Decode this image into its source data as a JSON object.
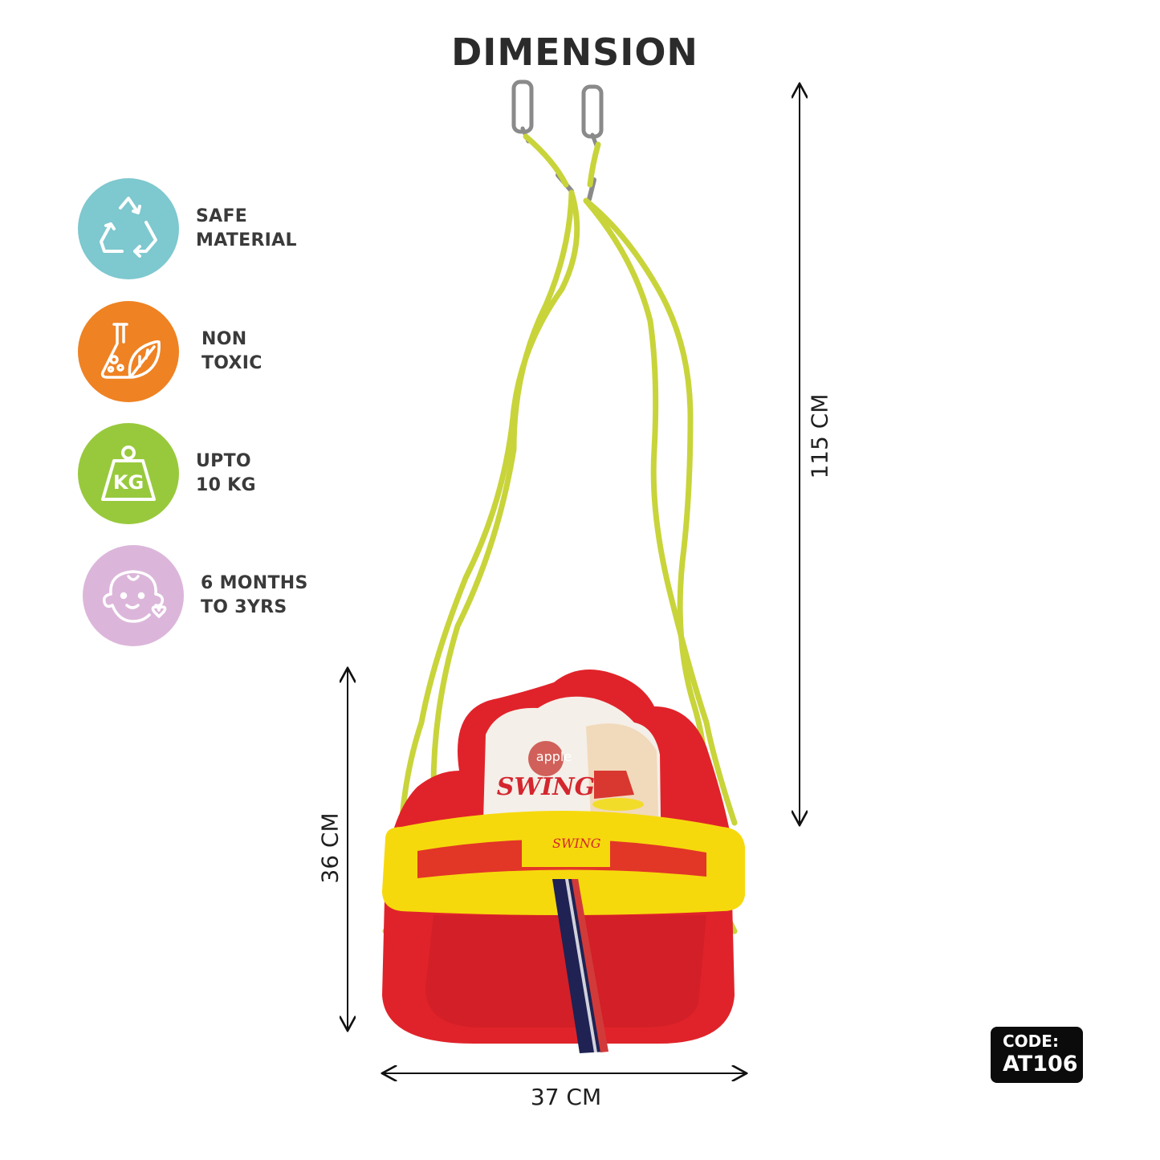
{
  "title": "DIMENSION",
  "features": [
    {
      "line1": "SAFE",
      "line2": "MATERIAL",
      "icon": "recycle-icon",
      "color": "#7ec8cf"
    },
    {
      "line1": "NON",
      "line2": "TOXIC",
      "icon": "flask-leaf-icon",
      "color": "#ef8223"
    },
    {
      "line1": "UPTO",
      "line2": "10 KG",
      "icon": "kg-weight-icon",
      "color": "#98c93c"
    },
    {
      "line1": "6 MONTHS",
      "line2": "TO 3YRS",
      "icon": "baby-face-icon",
      "color": "#dcb6da"
    }
  ],
  "weight_icon_text": "KG",
  "dimensions": {
    "height_total": "115 CM",
    "seat_height": "36 CM",
    "seat_width": "37 CM"
  },
  "product_label": {
    "brand": "apple",
    "name": "SWING"
  },
  "code": {
    "label": "CODE:",
    "value": "AT106"
  },
  "colors": {
    "seat_red": "#e0232a",
    "bar_yellow": "#f6d90c",
    "rope_green": "#c8d43a"
  }
}
